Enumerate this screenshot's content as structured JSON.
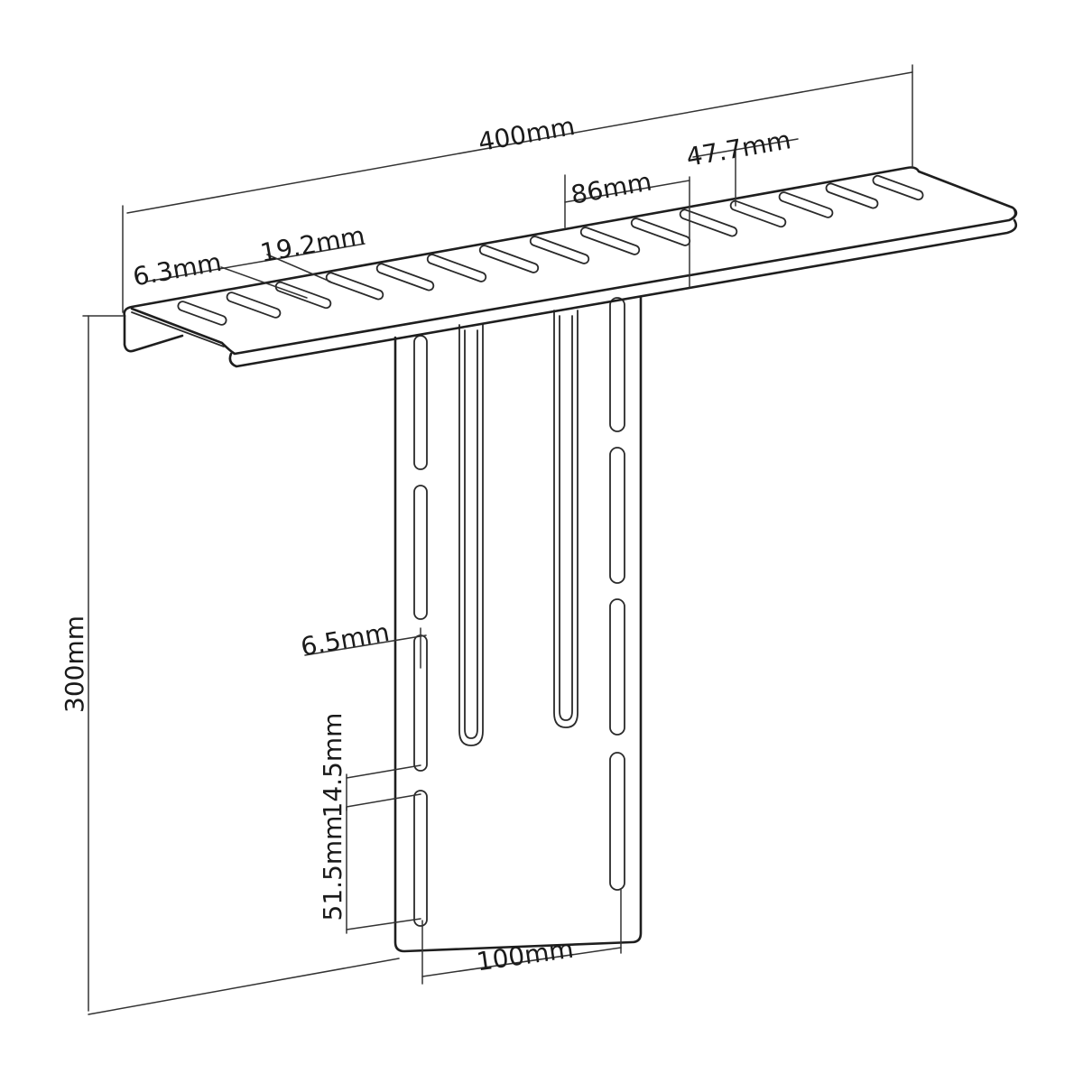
{
  "dimensions": {
    "overall_width": "400mm",
    "slot_pitch_wide": "86mm",
    "slot_length": "47.7mm",
    "slot_width": "6.3mm",
    "slot_spacing": "19.2mm",
    "overall_height": "300mm",
    "vertical_slot_width": "6.5mm",
    "vertical_slot_gap": "14.5mm",
    "vertical_slot_length": "51.5mm",
    "vertical_pitch": "100mm"
  }
}
